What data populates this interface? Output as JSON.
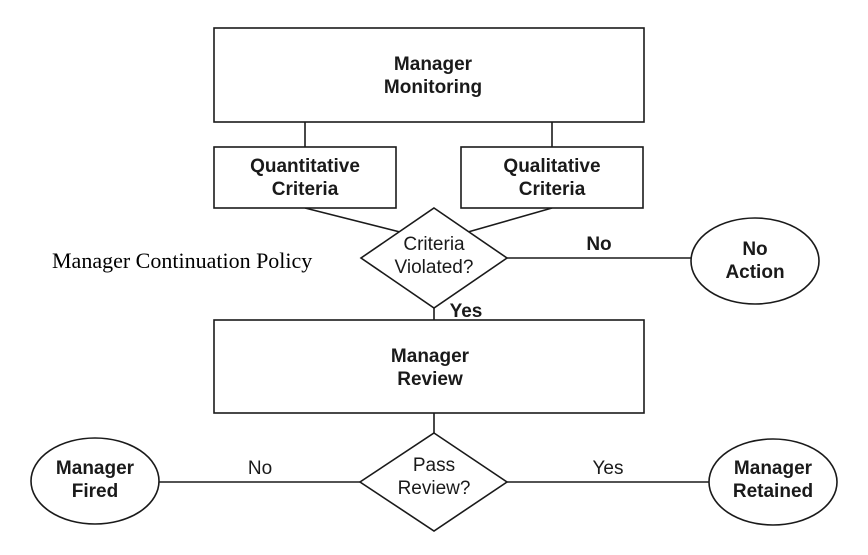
{
  "caption": "Manager Continuation Policy",
  "nodes": {
    "monitoring": [
      "Manager",
      "Monitoring"
    ],
    "quantitative": [
      "Quantitative",
      "Criteria"
    ],
    "qualitative": [
      "Qualitative",
      "Criteria"
    ],
    "criteria_violated": [
      "Criteria",
      "Violated?"
    ],
    "no_action": [
      "No",
      "Action"
    ],
    "manager_review": [
      "Manager",
      "Review"
    ],
    "pass_review": [
      "Pass",
      "Review?"
    ],
    "manager_fired": [
      "Manager",
      "Fired"
    ],
    "manager_retained": [
      "Manager",
      "Retained"
    ]
  },
  "edge_labels": {
    "violated_no": "No",
    "violated_yes": "Yes",
    "review_no": "No",
    "review_yes": "Yes"
  }
}
